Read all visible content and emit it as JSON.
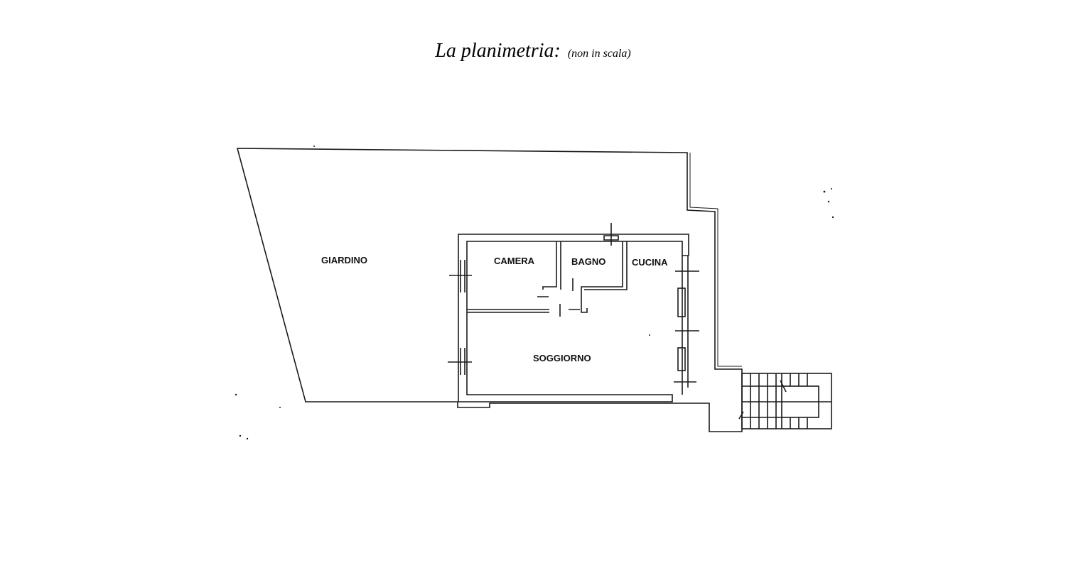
{
  "heading": {
    "title": "La planimetria:",
    "note": "(non in scala)"
  },
  "rooms": {
    "garden": "GIARDINO",
    "bedroom": "CAMERA",
    "bathroom": "BAGNO",
    "kitchen": "CUCINA",
    "living": "SOGGIORNO"
  },
  "colors": {
    "line": "#1a1a1a",
    "background": "#ffffff"
  }
}
